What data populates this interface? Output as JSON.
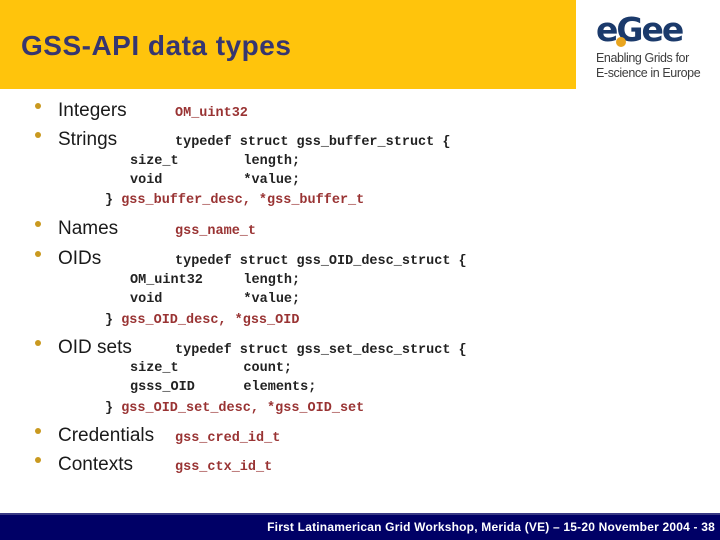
{
  "header": {
    "title": "GSS-API data types",
    "logo": {
      "letters": [
        "e",
        "G",
        "e",
        "e"
      ],
      "tagline_line1": "Enabling Grids for",
      "tagline_line2": "E-science in Europe"
    }
  },
  "colors": {
    "band_gold": "#FFC40C",
    "title_navy": "#363670",
    "bullet_gold": "#C9991F",
    "code_red": "#993333",
    "code_dark": "#222222",
    "footer_navy": "#000066",
    "logo_blue": "#1B3A6B",
    "logo_ball_gold": "#E9A51F"
  },
  "content": {
    "items": [
      {
        "label": "Integers",
        "code": "OM_uint32"
      },
      {
        "label": "Strings",
        "code": "typedef struct gss_buffer_struct {",
        "block": [
          "size_t        length;",
          "void          *value;"
        ],
        "close_brace": "} ",
        "close_names": "gss_buffer_desc, *gss_buffer_t"
      },
      {
        "label": "Names",
        "code": "gss_name_t"
      },
      {
        "label": "OIDs",
        "code": "typedef struct gss_OID_desc_struct {",
        "block": [
          "OM_uint32     length;",
          "void          *value;"
        ],
        "close_brace": "} ",
        "close_names": "gss_OID_desc, *gss_OID"
      },
      {
        "label": "OID sets",
        "code": "typedef struct gss_set_desc_struct {",
        "block": [
          "size_t        count;",
          "gsss_OID      elements;"
        ],
        "close_brace": "} ",
        "close_names": "gss_OID_set_desc, *gss_OID_set"
      },
      {
        "label": "Credentials",
        "code": "gss_cred_id_t"
      },
      {
        "label": "Contexts",
        "code": "gss_ctx_id_t"
      }
    ]
  },
  "footer": {
    "text": "First Latinamerican Grid Workshop, Merida (VE) – 15-20 November 2004 - 38"
  }
}
